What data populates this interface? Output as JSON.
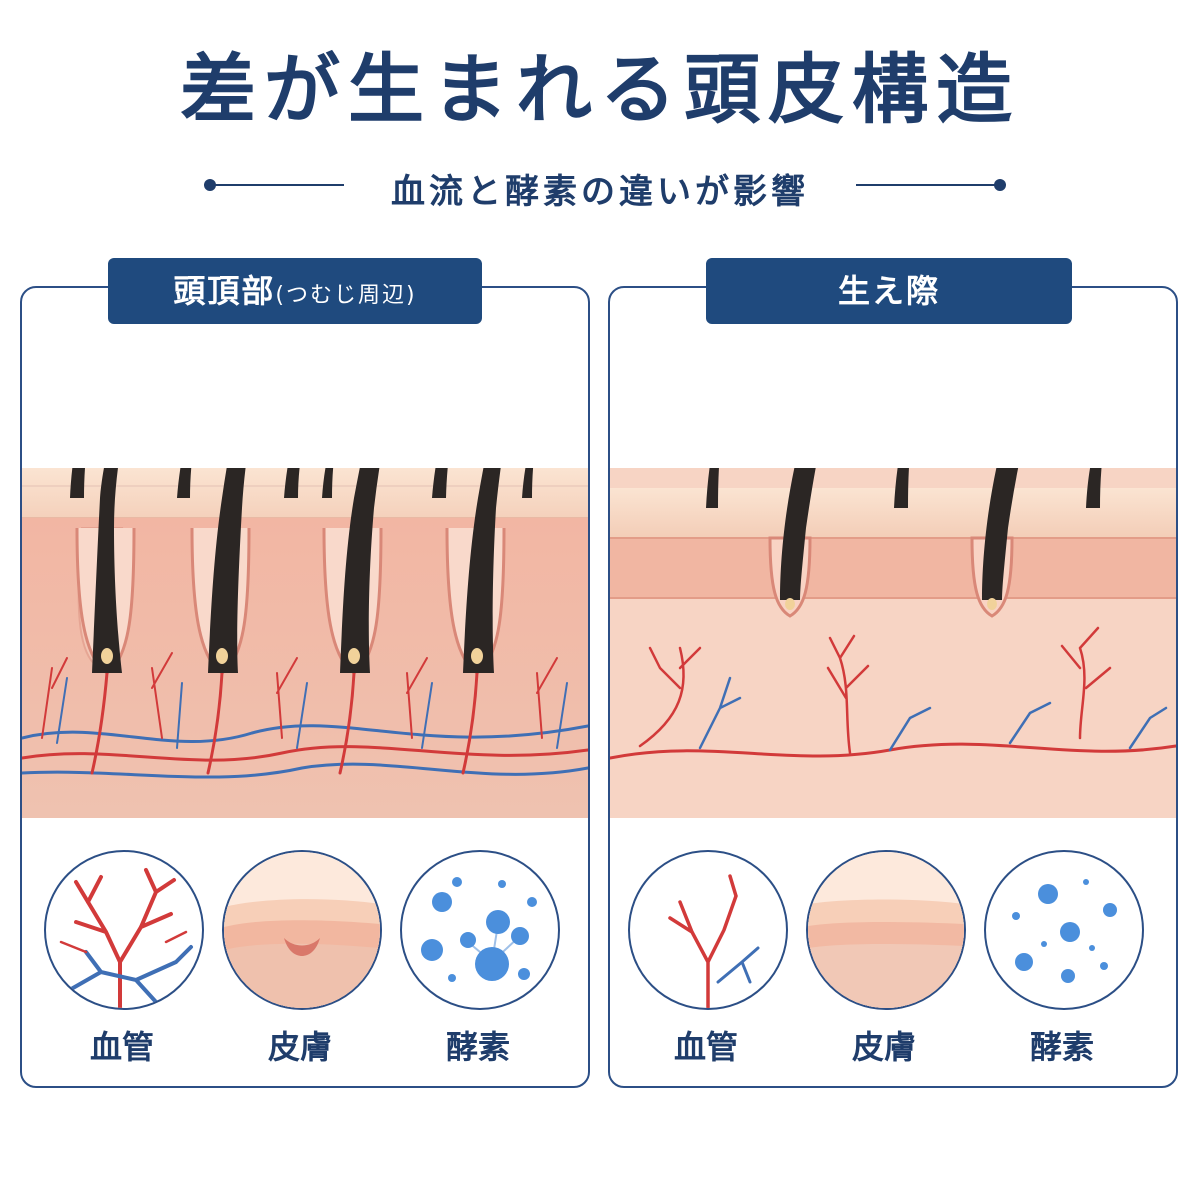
{
  "title": "差が生まれる頭皮構造",
  "subtitle": "血流と酵素の違いが影響",
  "panels": [
    {
      "label": "頭頂部",
      "label_sub": "(つむじ周辺)",
      "captions": [
        "血管",
        "皮膚",
        "酵素"
      ]
    },
    {
      "label": "生え際",
      "captions": [
        "血管",
        "皮膚",
        "酵素"
      ]
    }
  ],
  "colors": {
    "navy": "#1f4a7e",
    "artery": "#d23a3a",
    "vein": "#3f6fb5",
    "skin": "#f4c7b4",
    "hair": "#2b2624",
    "enzyme": "#4b8fdc"
  },
  "icons": [
    "blood-vessel-icon",
    "skin-layer-icon",
    "enzyme-molecule-icon"
  ]
}
